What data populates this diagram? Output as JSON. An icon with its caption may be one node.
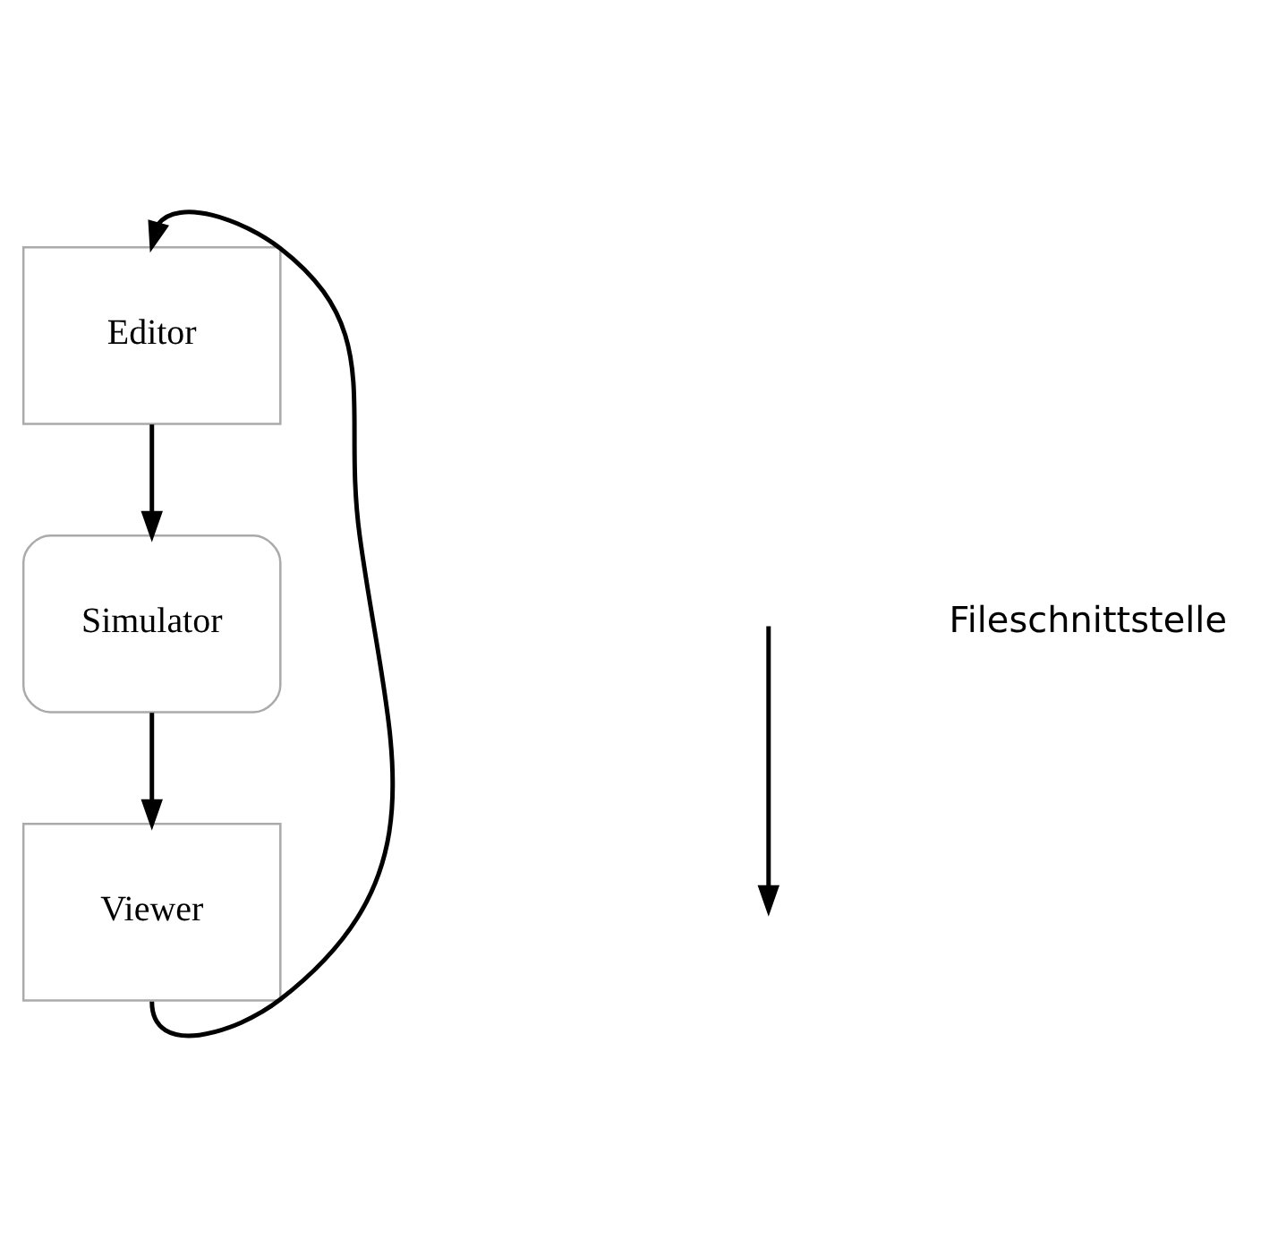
{
  "diagram": {
    "nodes": [
      {
        "text": [
          "Editor"
        ]
      },
      {
        "text": [
          "Simulator"
        ]
      },
      {
        "text": [
          "Viewer"
        ]
      }
    ],
    "edges": [
      {
        "from": 0,
        "to": 1,
        "arrow": "to"
      },
      {
        "from": 1,
        "to": 2,
        "arrow": "to"
      },
      {
        "from": 2,
        "to": 0,
        "arrow": "to"
      }
    ],
    "legend": [
      {
        "text": "Fileschnittstelle"
      }
    ]
  }
}
